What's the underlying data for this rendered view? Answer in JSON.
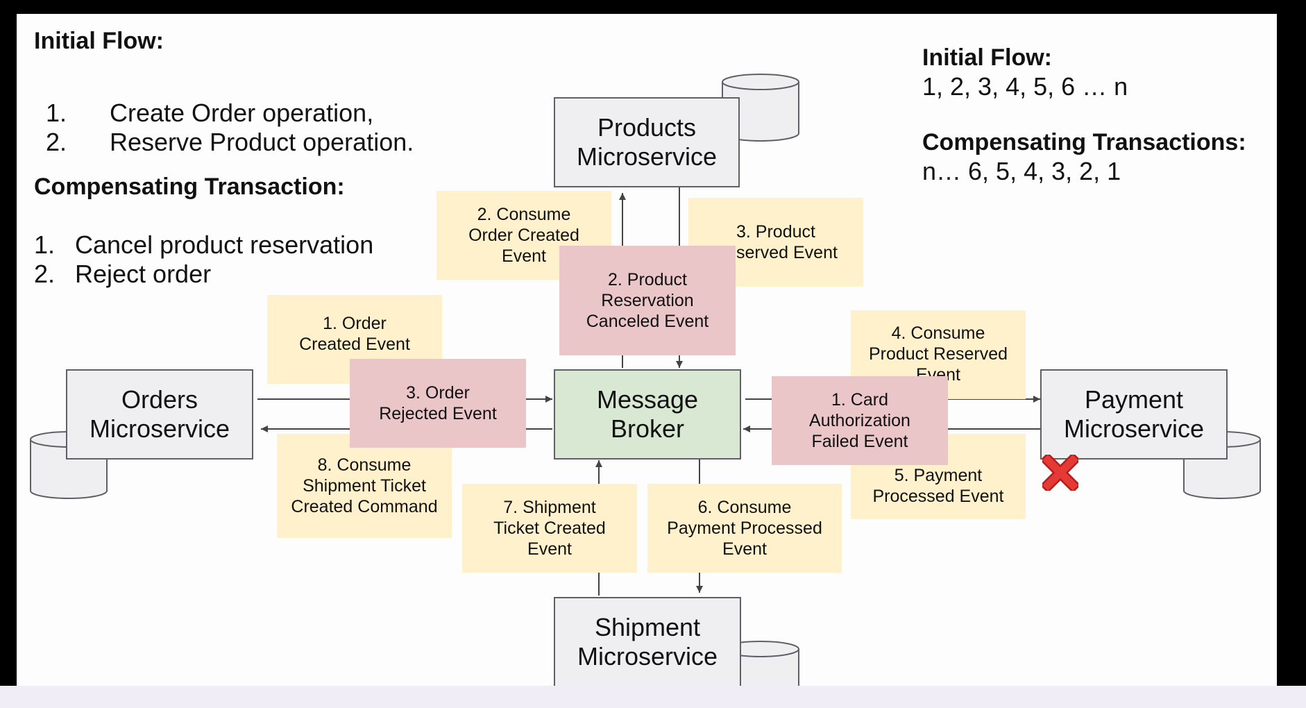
{
  "left_panel": {
    "initial_title": "Initial Flow:",
    "initial_items": [
      {
        "num": "1.",
        "text": "Create Order operation,"
      },
      {
        "num": "2.",
        "text": "Reserve Product operation."
      }
    ],
    "comp_title": "Compensating Transaction:",
    "comp_items": [
      {
        "num": "1.",
        "text": "Cancel product reservation"
      },
      {
        "num": "2.",
        "text": "Reject order"
      }
    ]
  },
  "right_panel": {
    "initial_title": "Initial Flow:",
    "initial_seq": "1, 2, 3, 4, 5, 6 … n",
    "comp_title": "Compensating Transactions:",
    "comp_seq": "n… 6, 5, 4, 3, 2, 1"
  },
  "services": {
    "products": "Products Microservice",
    "orders": "Orders Microservice",
    "broker": "Message Broker",
    "payment": "Payment Microservice",
    "shipment": "Shipment Microservice"
  },
  "notes": {
    "consume_order_created": "2. Consume Order Created Event",
    "product_reserved": "3. Product Reserved Event",
    "product_reservation_canceled": "2. Product Reservation Canceled Event",
    "order_created": "1. Order Created Event",
    "order_rejected": "3. Order Rejected Event",
    "consume_shipment_ticket": "8. Consume Shipment Ticket Created Command",
    "shipment_ticket_created": "7. Shipment Ticket Created Event",
    "consume_payment_processed": "6. Consume Payment Processed Event",
    "consume_product_reserved": "4. Consume Product Reserved Event",
    "card_auth_failed": "1. Card Authorization Failed Event",
    "payment_processed": "5. Payment Processed Event"
  },
  "colors": {
    "service_fill": "#efeef1",
    "broker_fill": "#d9e8d3",
    "event_note": "#fff1cb",
    "compensation_note": "#ebc6c9",
    "failure_mark": "#e53935"
  },
  "icons": {
    "database": "cylinder",
    "failure": "red-x"
  }
}
